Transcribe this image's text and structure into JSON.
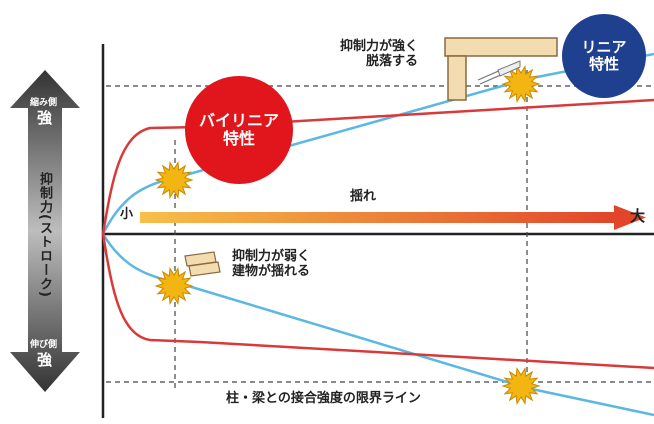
{
  "axis": {
    "compress_side": "縮み側",
    "strong_top": "強",
    "force_label": "抑制力(ストローク)",
    "extend_side": "伸び側",
    "strong_bottom": "強"
  },
  "shaking": {
    "small": "小",
    "label": "揺れ",
    "large": "大"
  },
  "badges": {
    "bilinear": "バイリニア特性",
    "linear": "リニア特性"
  },
  "annotations": {
    "strong_detach": "抑制力が強く\n脱落する",
    "weak_shake": "抑制力が弱く\n建物が揺れる",
    "limit_line": "柱・梁との接合強度の限界ライン"
  },
  "colors": {
    "linear": "#5ab8e2",
    "bilinear": "#d83a3a",
    "badge_red": "#e0161c",
    "badge_navy": "#1f3f8f",
    "burst": "#f2b512",
    "arrow_start": "#f6c04a",
    "arrow_end": "#e2452a"
  }
}
